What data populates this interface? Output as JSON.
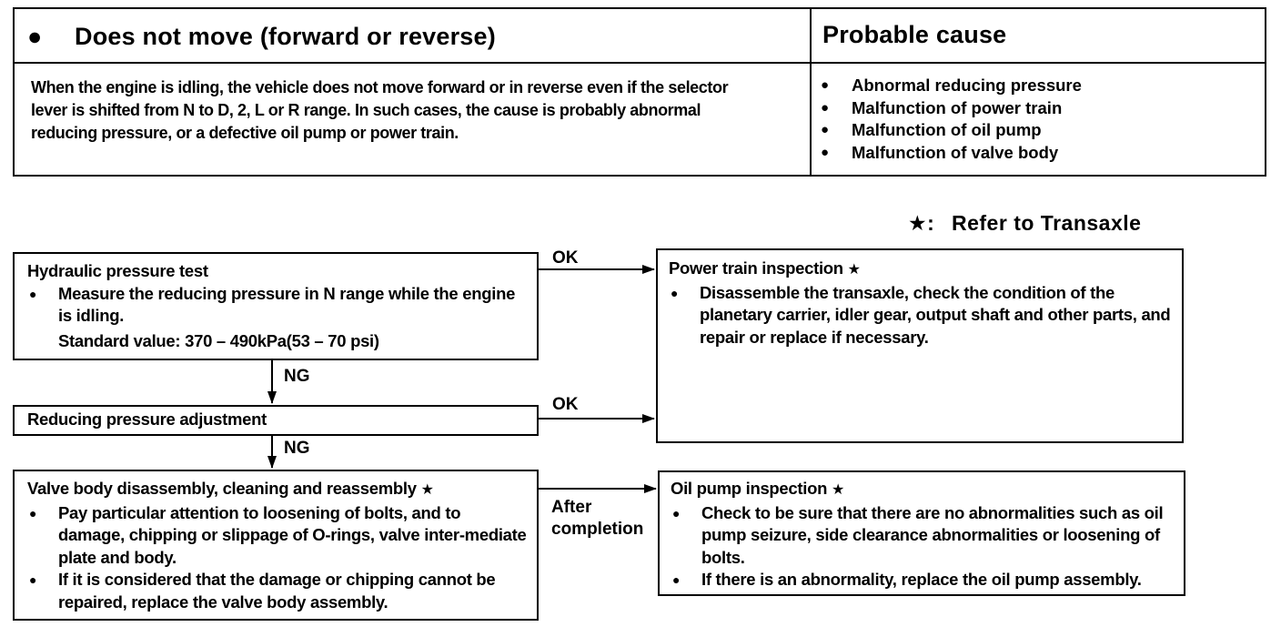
{
  "symptom": {
    "bullet": "●",
    "title": "Does not move (forward or reverse)",
    "description": "When the engine is idling, the vehicle does not move forward or in reverse even if the selector lever is shifted from N to D, 2, L or R range.  In such cases, the cause is probably abnormal reducing pressure, or a defective oil pump or power train."
  },
  "probable_cause": {
    "title": "Probable cause",
    "items": [
      "Abnormal reducing pressure",
      "Malfunction of power train",
      "Malfunction of oil pump",
      "Malfunction of valve body"
    ]
  },
  "refer_note": {
    "star": "★:",
    "text": "Refer to Transaxle"
  },
  "flow": {
    "hydraulic_test": {
      "title": "Hydraulic pressure test",
      "items": [
        "Measure the reducing pressure in N range while the engine is idling."
      ],
      "standard": "Standard value: 370 – 490kPa(53 – 70 psi)"
    },
    "reducing_adjustment": {
      "title": "Reducing pressure adjustment"
    },
    "valve_body": {
      "title": "Valve body disassembly, cleaning and reassembly",
      "star": "★",
      "items": [
        "Pay particular attention to loosening of bolts, and to damage, chipping or slippage of O-rings, valve inter-mediate plate and body.",
        "If it is considered that the damage or chipping cannot be repaired, replace the valve body assembly."
      ]
    },
    "power_train": {
      "title": "Power train inspection",
      "star": "★",
      "items": [
        "Disassemble the transaxle, check the condition of the planetary carrier, idler gear, output shaft and other parts, and repair or replace if necessary."
      ]
    },
    "oil_pump": {
      "title": "Oil pump inspection",
      "star": "★",
      "items": [
        "Check to be sure that there are no abnormalities such as oil pump seizure, side clearance abnormalities or loosening of bolts.",
        "If there is an abnormality, replace the oil pump assembly."
      ]
    },
    "labels": {
      "ok_1": "OK",
      "ok_2": "OK",
      "ng_1": "NG",
      "ng_2": "NG",
      "after_completion": "After completion"
    }
  }
}
